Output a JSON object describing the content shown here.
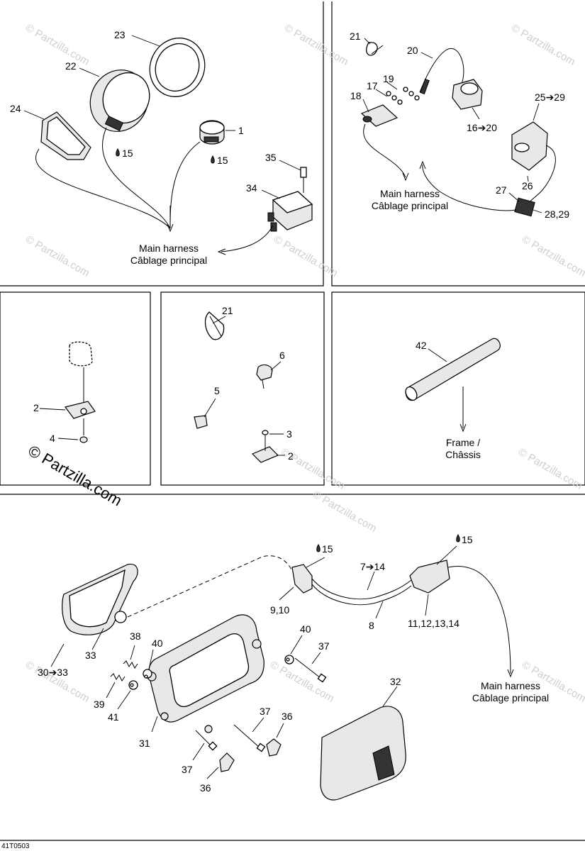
{
  "watermark": "© Partzilla.com",
  "watermark_big": "© Partzilla.com",
  "figure_code": "41T0503",
  "harness_en": "Main harness",
  "harness_fr": "Câblage principal",
  "frame_en": "Frame /",
  "frame_fr": "Châssis",
  "grease_ref": "15",
  "callouts": {
    "p1_23": "23",
    "p1_22": "22",
    "p1_24": "24",
    "p1_1": "1",
    "p1_15a": "15",
    "p1_15b": "15",
    "p1_35": "35",
    "p1_34": "34",
    "p2_21": "21",
    "p2_20": "20",
    "p2_19": "19",
    "p2_17": "17",
    "p2_18": "18",
    "p2_16_20": "16➔20",
    "p2_25_29": "25➔29",
    "p2_26": "26",
    "p2_27": "27",
    "p2_28_29": "28,29",
    "p3_2": "2",
    "p3_4": "4",
    "p4_21": "21",
    "p4_6": "6",
    "p4_5": "5",
    "p4_3": "3",
    "p4_2": "2",
    "p5_42": "42",
    "p6_15a": "15",
    "p6_15b": "15",
    "p6_7_14": "7➔14",
    "p6_9_10": "9,10",
    "p6_8": "8",
    "p6_11_14": "11,12,13,14",
    "p6_30_33": "30➔33",
    "p6_33": "33",
    "p6_38": "38",
    "p6_40a": "40",
    "p6_40b": "40",
    "p6_37a": "37",
    "p6_39": "39",
    "p6_41": "41",
    "p6_31": "31",
    "p6_32": "32",
    "p6_37b": "37",
    "p6_36a": "36",
    "p6_37c": "37",
    "p6_36b": "36"
  }
}
